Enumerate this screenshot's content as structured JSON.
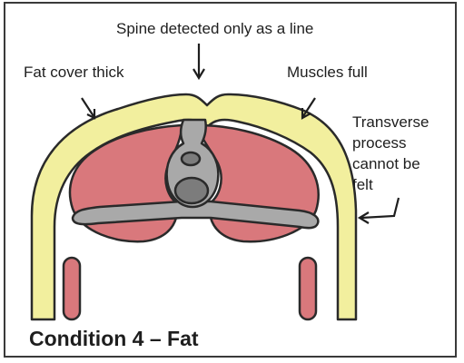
{
  "title": "Condition 4 – Fat",
  "labels": {
    "spine": "Spine detected only as a line",
    "fat_cover": "Fat cover thick",
    "muscles": "Muscles full",
    "transverse_1": "Transverse",
    "transverse_2": "process",
    "transverse_3": "cannot be",
    "transverse_4": "felt"
  },
  "colors": {
    "fat": "#f2ef9e",
    "muscle": "#d9787c",
    "bone": "#a9a9a9",
    "bone_dark": "#7c7c7c",
    "outline": "#2a2a2a"
  }
}
